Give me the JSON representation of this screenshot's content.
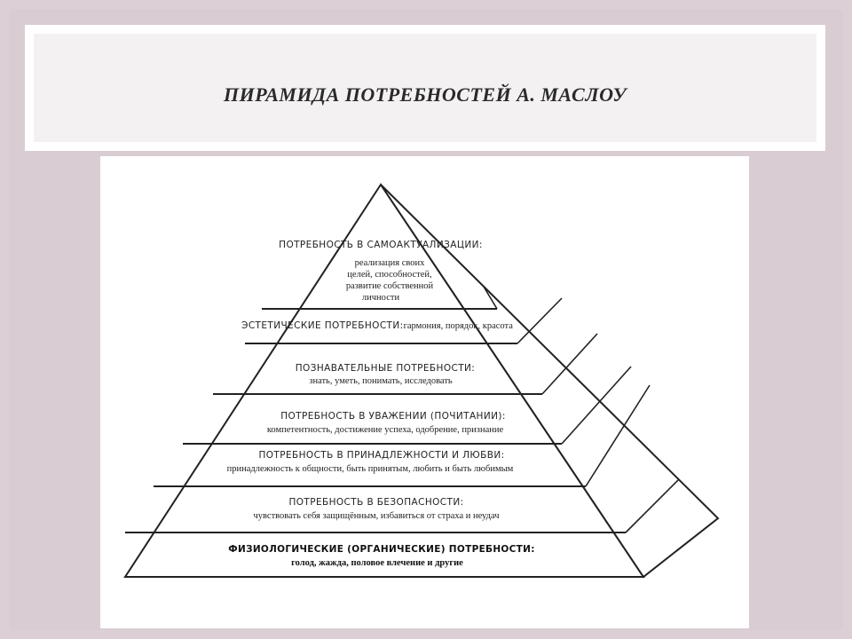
{
  "title": "ПИРАМИДА ПОТРЕБНОСТЕЙ А. МАСЛОУ",
  "levels": [
    {
      "title": "ПОТРЕБНОСТЬ В САМОАКТУАЛИЗАЦИИ:",
      "desc_lines": [
        "реализация своих",
        "целей, способностей,",
        "развитие собственной",
        "личности"
      ]
    },
    {
      "title": "ЭСТЕТИЧЕСКИЕ ПОТРЕБНОСТИ:",
      "inline_desc": "гармония, порядок, красота"
    },
    {
      "title": "ПОЗНАВАТЕЛЬНЫЕ ПОТРЕБНОСТИ:",
      "desc": "знать, уметь, понимать, исследовать"
    },
    {
      "title": "ПОТРЕБНОСТЬ В УВАЖЕНИИ (ПОЧИТАНИИ):",
      "desc": "компетентность, достижение успеха, одобрение, признание"
    },
    {
      "title": "ПОТРЕБНОСТЬ В ПРИНАДЛЕЖНОСТИ И ЛЮБВИ:",
      "desc": "принадлежность к общности, быть принятым, любить и быть любимым"
    },
    {
      "title": "ПОТРЕБНОСТЬ В БЕЗОПАСНОСТИ:",
      "desc": "чувствовать себя защищённым, избавиться от страха и неудач"
    },
    {
      "title": "ФИЗИОЛОГИЧЕСКИЕ (ОРГАНИЧЕСКИЕ) ПОТРЕБНОСТИ:",
      "desc": "голод, жажда, половое влечение и другие"
    }
  ]
}
